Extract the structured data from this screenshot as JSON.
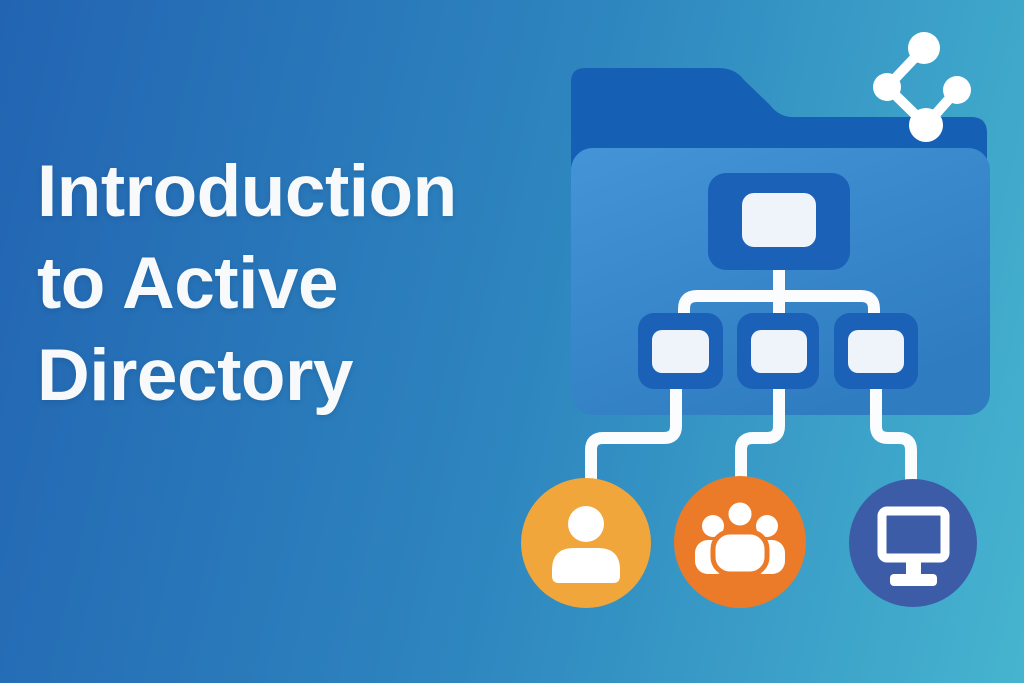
{
  "title": {
    "text": "Introduction to Active Directory",
    "lines": [
      "Introduction",
      "to Active",
      "Directory"
    ]
  },
  "colors": {
    "bg-left": "#2264B2",
    "bg-mid": "#2E86BF",
    "bg-right": "#46B4CF",
    "title-text": "#F7F9FA",
    "folder-back": "#1560B4",
    "folder-front-top": "#4594D8",
    "folder-front-bottom": "#2F7CC0",
    "node-fill": "#1B61B8",
    "node-inner": "#EFF4FA",
    "connector": "#FAFCFE",
    "icon-white": "#FFFFFF",
    "circle-user": "#F1A63B",
    "circle-group": "#EB7B28",
    "circle-computer": "#3C5CA8"
  },
  "icons": {
    "top_right": "network-share-icon",
    "center": "folder-org-chart-icon",
    "bottom_left_circle": "single-user-icon",
    "bottom_middle_circle": "user-group-icon",
    "bottom_right_circle": "computer-monitor-icon"
  }
}
